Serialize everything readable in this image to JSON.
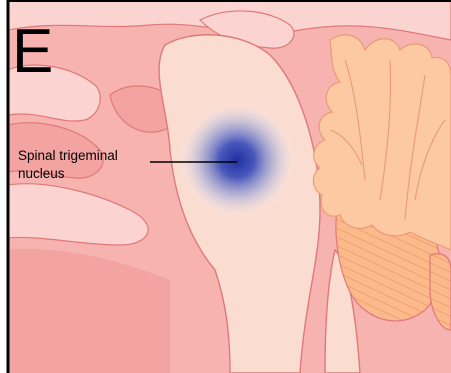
{
  "figure": {
    "panel_letter": "E",
    "label_line1": "Spinal trigeminal",
    "label_line2": "nucleus"
  },
  "colors": {
    "background": "#ffffff",
    "brain_fill": "#f4a3a3",
    "brain_light": "#fbd3d1",
    "outline": "#e07979",
    "brainstem_fill": "#fbdcd0",
    "cerebellum_fill": "#fcc9a3",
    "cerebellum_stripes": "#f29a6a",
    "nucleus_core": "#1f2f9e",
    "frame": "#000000"
  }
}
